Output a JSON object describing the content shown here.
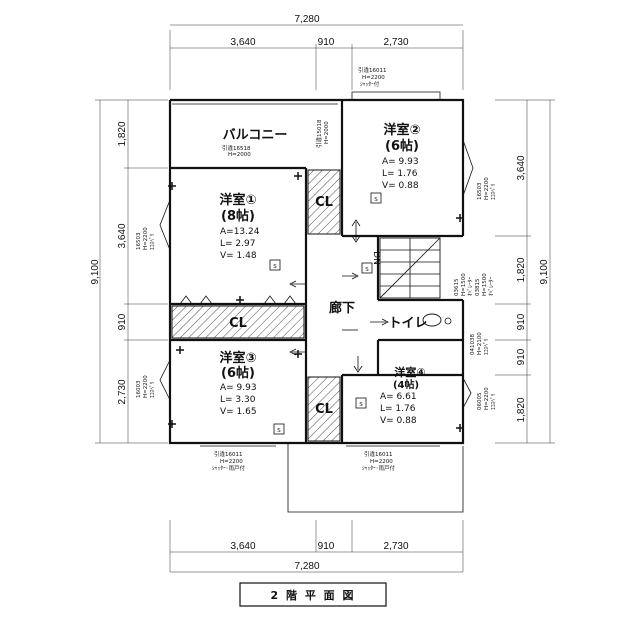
{
  "dimensions": {
    "top_total": "7,280",
    "top_a": "3,640",
    "top_b": "910",
    "top_c": "2,730",
    "bottom_a": "3,640",
    "bottom_b": "910",
    "bottom_c": "2,730",
    "bottom_total": "7,280",
    "left_total": "9,100",
    "left_a": "1,820",
    "left_b": "3,640",
    "left_c": "910",
    "left_d": "2,730",
    "right_total": "9,100",
    "right_a": "3,640",
    "right_b": "1,820",
    "right_c": "910",
    "right_d": "910",
    "right_e": "1,820"
  },
  "rooms": {
    "balcony": {
      "name": "バルコニー",
      "window1": "引違16518",
      "window2": "H=2000"
    },
    "western1": {
      "name": "洋室①",
      "size": "(8帖)",
      "a": "A=13.24",
      "l": "L= 2.97",
      "v": "V= 1.48"
    },
    "western2": {
      "name": "洋室②",
      "size": "(6帖)",
      "a": "A= 9.93",
      "l": "L= 1.76",
      "v": "V= 0.88"
    },
    "western3": {
      "name": "洋室③",
      "size": "(6帖)",
      "a": "A= 9.93",
      "l": "L= 3.30",
      "v": "V= 1.65"
    },
    "western4": {
      "name": "洋室④",
      "size": "(4帖)",
      "a": "A= 6.61",
      "l": "L= 1.76",
      "v": "V= 0.88"
    },
    "hallway": {
      "name": "廊下"
    },
    "toilet": {
      "name": "トイレ"
    },
    "closet_label": "CL",
    "detector": "S",
    "dn": "DN"
  },
  "windows": {
    "top_w2_1": "引違16011",
    "top_w2_2": "H=2200",
    "top_w2_3": "ｼｬｯﾀｰ付",
    "top_mid_1": "引違15018",
    "top_mid_2": "H=2000",
    "left_w1_1": "16503",
    "left_w1_2": "H=2200",
    "left_w1_3": "ｴｺｽﾍﾟﾘ",
    "left_w3_1": "16003",
    "left_w3_2": "H=2200",
    "left_w3_3": "ｴｺｽﾍﾟﾘ",
    "right_w2_1": "16503",
    "right_w2_2": "H=2200",
    "right_w2_3": "ｴｺｽﾍﾟﾘ",
    "right_st_1": "03615",
    "right_st_2": "H=1500",
    "right_st_3": "ｵﾍﾟﾚｰﾀｰ",
    "right_st_4": "03815",
    "right_st_5": "H=1500",
    "right_st_6": "ｵﾍﾟﾚｰﾀｰ",
    "right_wc_1": "041038",
    "right_wc_2": "H=2100",
    "right_wc_3": "ｴｺｽﾍﾟﾘ",
    "right_w4_1": "06005",
    "right_w4_2": "H=2200",
    "right_w4_3": "ｴｺｽﾍﾟﾘ",
    "bottom_w3_1": "引違16011",
    "bottom_w3_2": "H=2200",
    "bottom_w3_3": "ｼｬｯﾀｰ･雨戸付",
    "bottom_w4_1": "引違16011",
    "bottom_w4_2": "H=2200",
    "bottom_w4_3": "ｼｬｯﾀｰ･雨戸付"
  },
  "caption": "2 階 平 面 図"
}
